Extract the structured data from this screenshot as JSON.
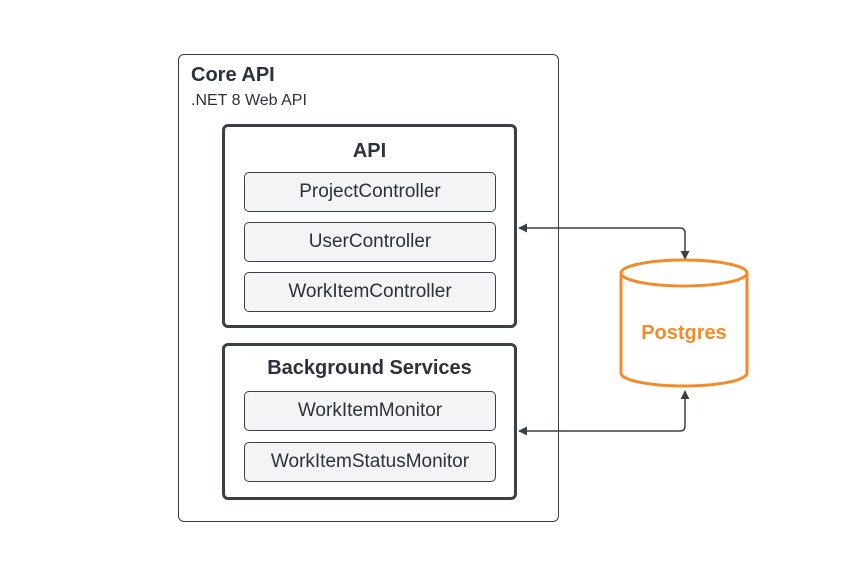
{
  "core": {
    "title": "Core API",
    "subtitle": ".NET 8 Web API"
  },
  "api_group": {
    "title": "API",
    "items": [
      "ProjectController",
      "UserController",
      "WorkItemController"
    ]
  },
  "bg_group": {
    "title": "Background Services",
    "items": [
      "WorkItemMonitor",
      "WorkItemStatusMonitor"
    ]
  },
  "database": {
    "label": "Postgres",
    "color": "#f38b2a"
  },
  "colors": {
    "stroke": "#3a4049",
    "text": "#2b323b",
    "item_fill": "#f3f4f6"
  }
}
